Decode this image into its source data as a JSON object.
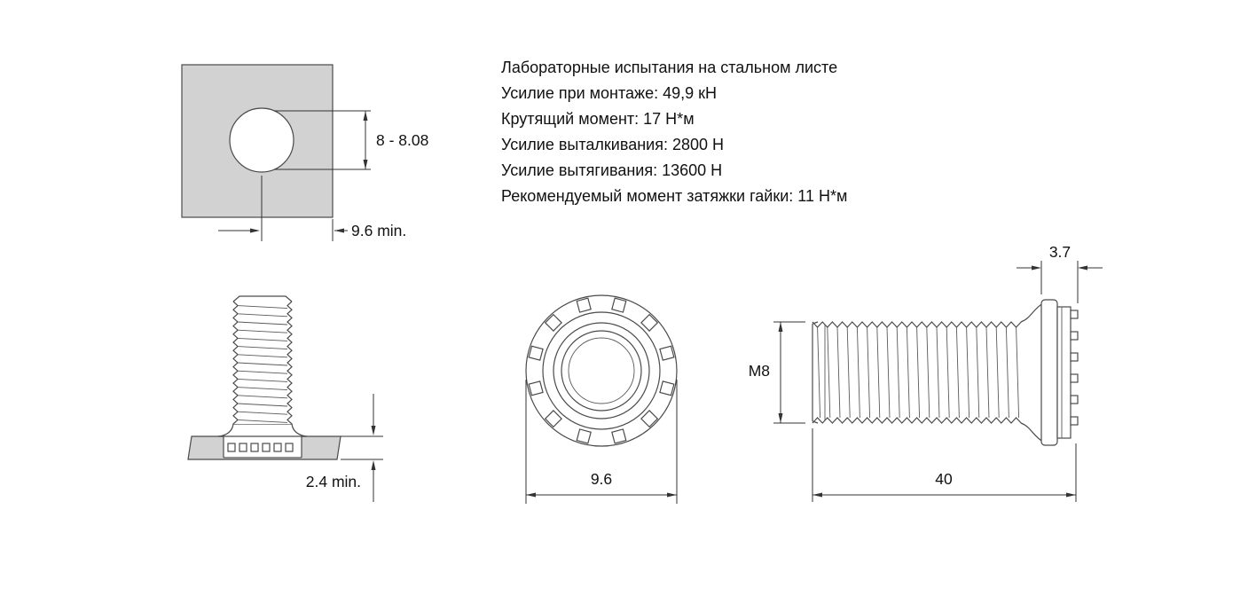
{
  "specs": {
    "title": "Лабораторные испытания на стальном листе",
    "lines": [
      "Усилие при монтаже: 49,9 кН",
      "Крутящий момент: 17 Н*м",
      "Усилие выталкивания: 2800 Н",
      "Усилие вытягивания: 13600 Н",
      "Рекомендуемый момент затяжки гайки: 11 Н*м"
    ]
  },
  "dimensions": {
    "hole_diameter": "8 - 8.08",
    "min_edge_distance": "9.6 min.",
    "min_sheet_thickness": "2.4 min.",
    "head_diameter": "9.6",
    "head_height": "3.7",
    "thread_size": "M8",
    "stud_length": "40"
  },
  "colors": {
    "background": "#ffffff",
    "sheet_fill": "#d2d2d2",
    "line": "#4a4a4a",
    "dimension_line": "#333333",
    "text": "#111111"
  }
}
